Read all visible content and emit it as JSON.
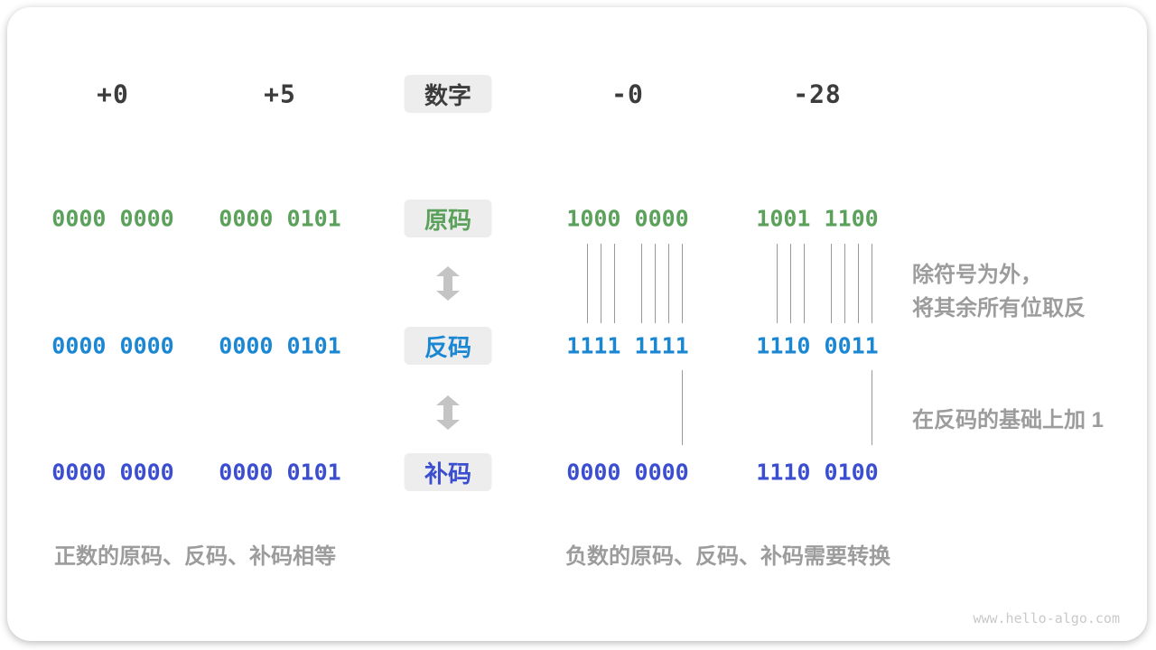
{
  "figure": {
    "header": {
      "box_label": "数字",
      "columns": [
        "+0",
        "+5",
        "-0",
        "-28"
      ]
    },
    "rows": [
      {
        "label": "原码",
        "name": "sign-magnitude",
        "color": "#5ba15b",
        "values": [
          "0000 0000",
          "0000 0101",
          "1000 0000",
          "1001 1100"
        ]
      },
      {
        "label": "反码",
        "name": "ones-complement",
        "color": "#1b87d3",
        "values": [
          "0000 0000",
          "0000 0101",
          "1111 1111",
          "1110 0011"
        ]
      },
      {
        "label": "补码",
        "name": "twos-complement",
        "color": "#3c4ed0",
        "values": [
          "0000 0000",
          "0000 0101",
          "0000 0000",
          "1110 0100"
        ]
      }
    ],
    "annotations": {
      "flip_line1": "除符号为外，",
      "flip_line2": "将其余所有位取反",
      "add_one": "在反码的基础上加 1"
    },
    "captions": {
      "positive": "正数的原码、反码、补码相等",
      "negative": "负数的原码、反码、补码需要转换"
    },
    "watermark": "www.hello-algo.com",
    "colors": {
      "header_text": "#3c3c3c",
      "sign_magnitude_green": "#5ba15b",
      "ones_complement_blue": "#1b87d3",
      "twos_complement_indigo": "#3c4ed0",
      "annotation_gray": "#9c9c9c",
      "label_box_bg": "#ededed",
      "arrow_gray": "#c4c4c4",
      "guide_line_gray": "#999999",
      "watermark_gray": "#c9c9c9"
    }
  }
}
